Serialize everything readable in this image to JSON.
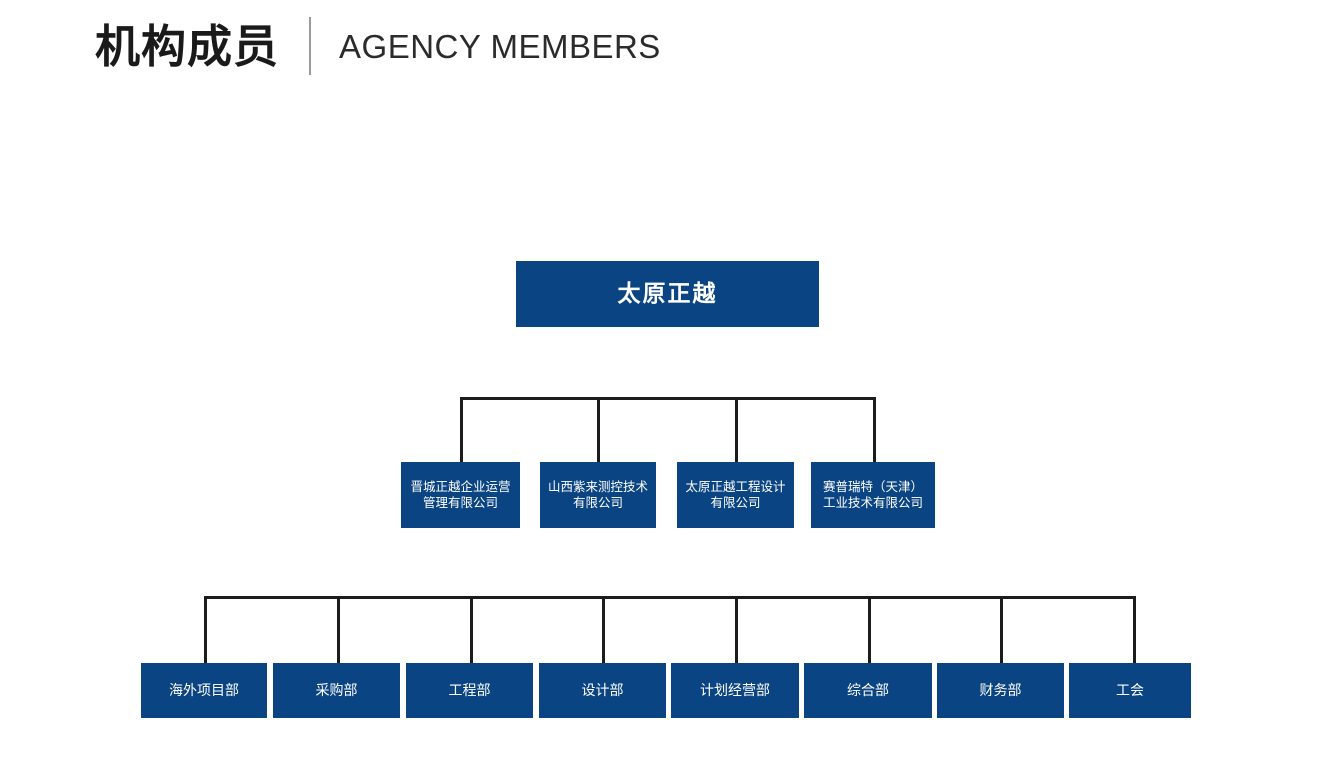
{
  "header": {
    "title_cn": "机构成员",
    "title_en": "AGENCY MEMBERS",
    "divider": "vertical-rule"
  },
  "theme": {
    "node_fill": "#0b4482",
    "node_text": "#ffffff",
    "connector": "#1c1c1c",
    "background": "#ffffff",
    "header_text": "#1a1a1a",
    "divider": "#9a9a9a"
  },
  "chart_data": {
    "type": "diagram",
    "diagram_type": "organization-chart",
    "title": "机构成员 AGENCY MEMBERS",
    "orientation": "top-down",
    "levels": 3,
    "root": {
      "id": "root",
      "label": "太原正越"
    },
    "level2": [
      {
        "id": "sub1",
        "label": "晋城正越企业运营管理有限公司",
        "parent": "root"
      },
      {
        "id": "sub2",
        "label": "山西紫来测控技术有限公司",
        "parent": "root"
      },
      {
        "id": "sub3",
        "label": "太原正越工程设计有限公司",
        "parent": "root"
      },
      {
        "id": "sub4",
        "label": "赛普瑞特（天津）工业技术有限公司",
        "parent": "root"
      }
    ],
    "level3": [
      {
        "id": "dept1",
        "label": "海外项目部"
      },
      {
        "id": "dept2",
        "label": "采购部"
      },
      {
        "id": "dept3",
        "label": "工程部"
      },
      {
        "id": "dept4",
        "label": "设计部"
      },
      {
        "id": "dept5",
        "label": "计划经营部"
      },
      {
        "id": "dept6",
        "label": "综合部"
      },
      {
        "id": "dept7",
        "label": "财务部"
      },
      {
        "id": "dept8",
        "label": "工会"
      }
    ]
  }
}
